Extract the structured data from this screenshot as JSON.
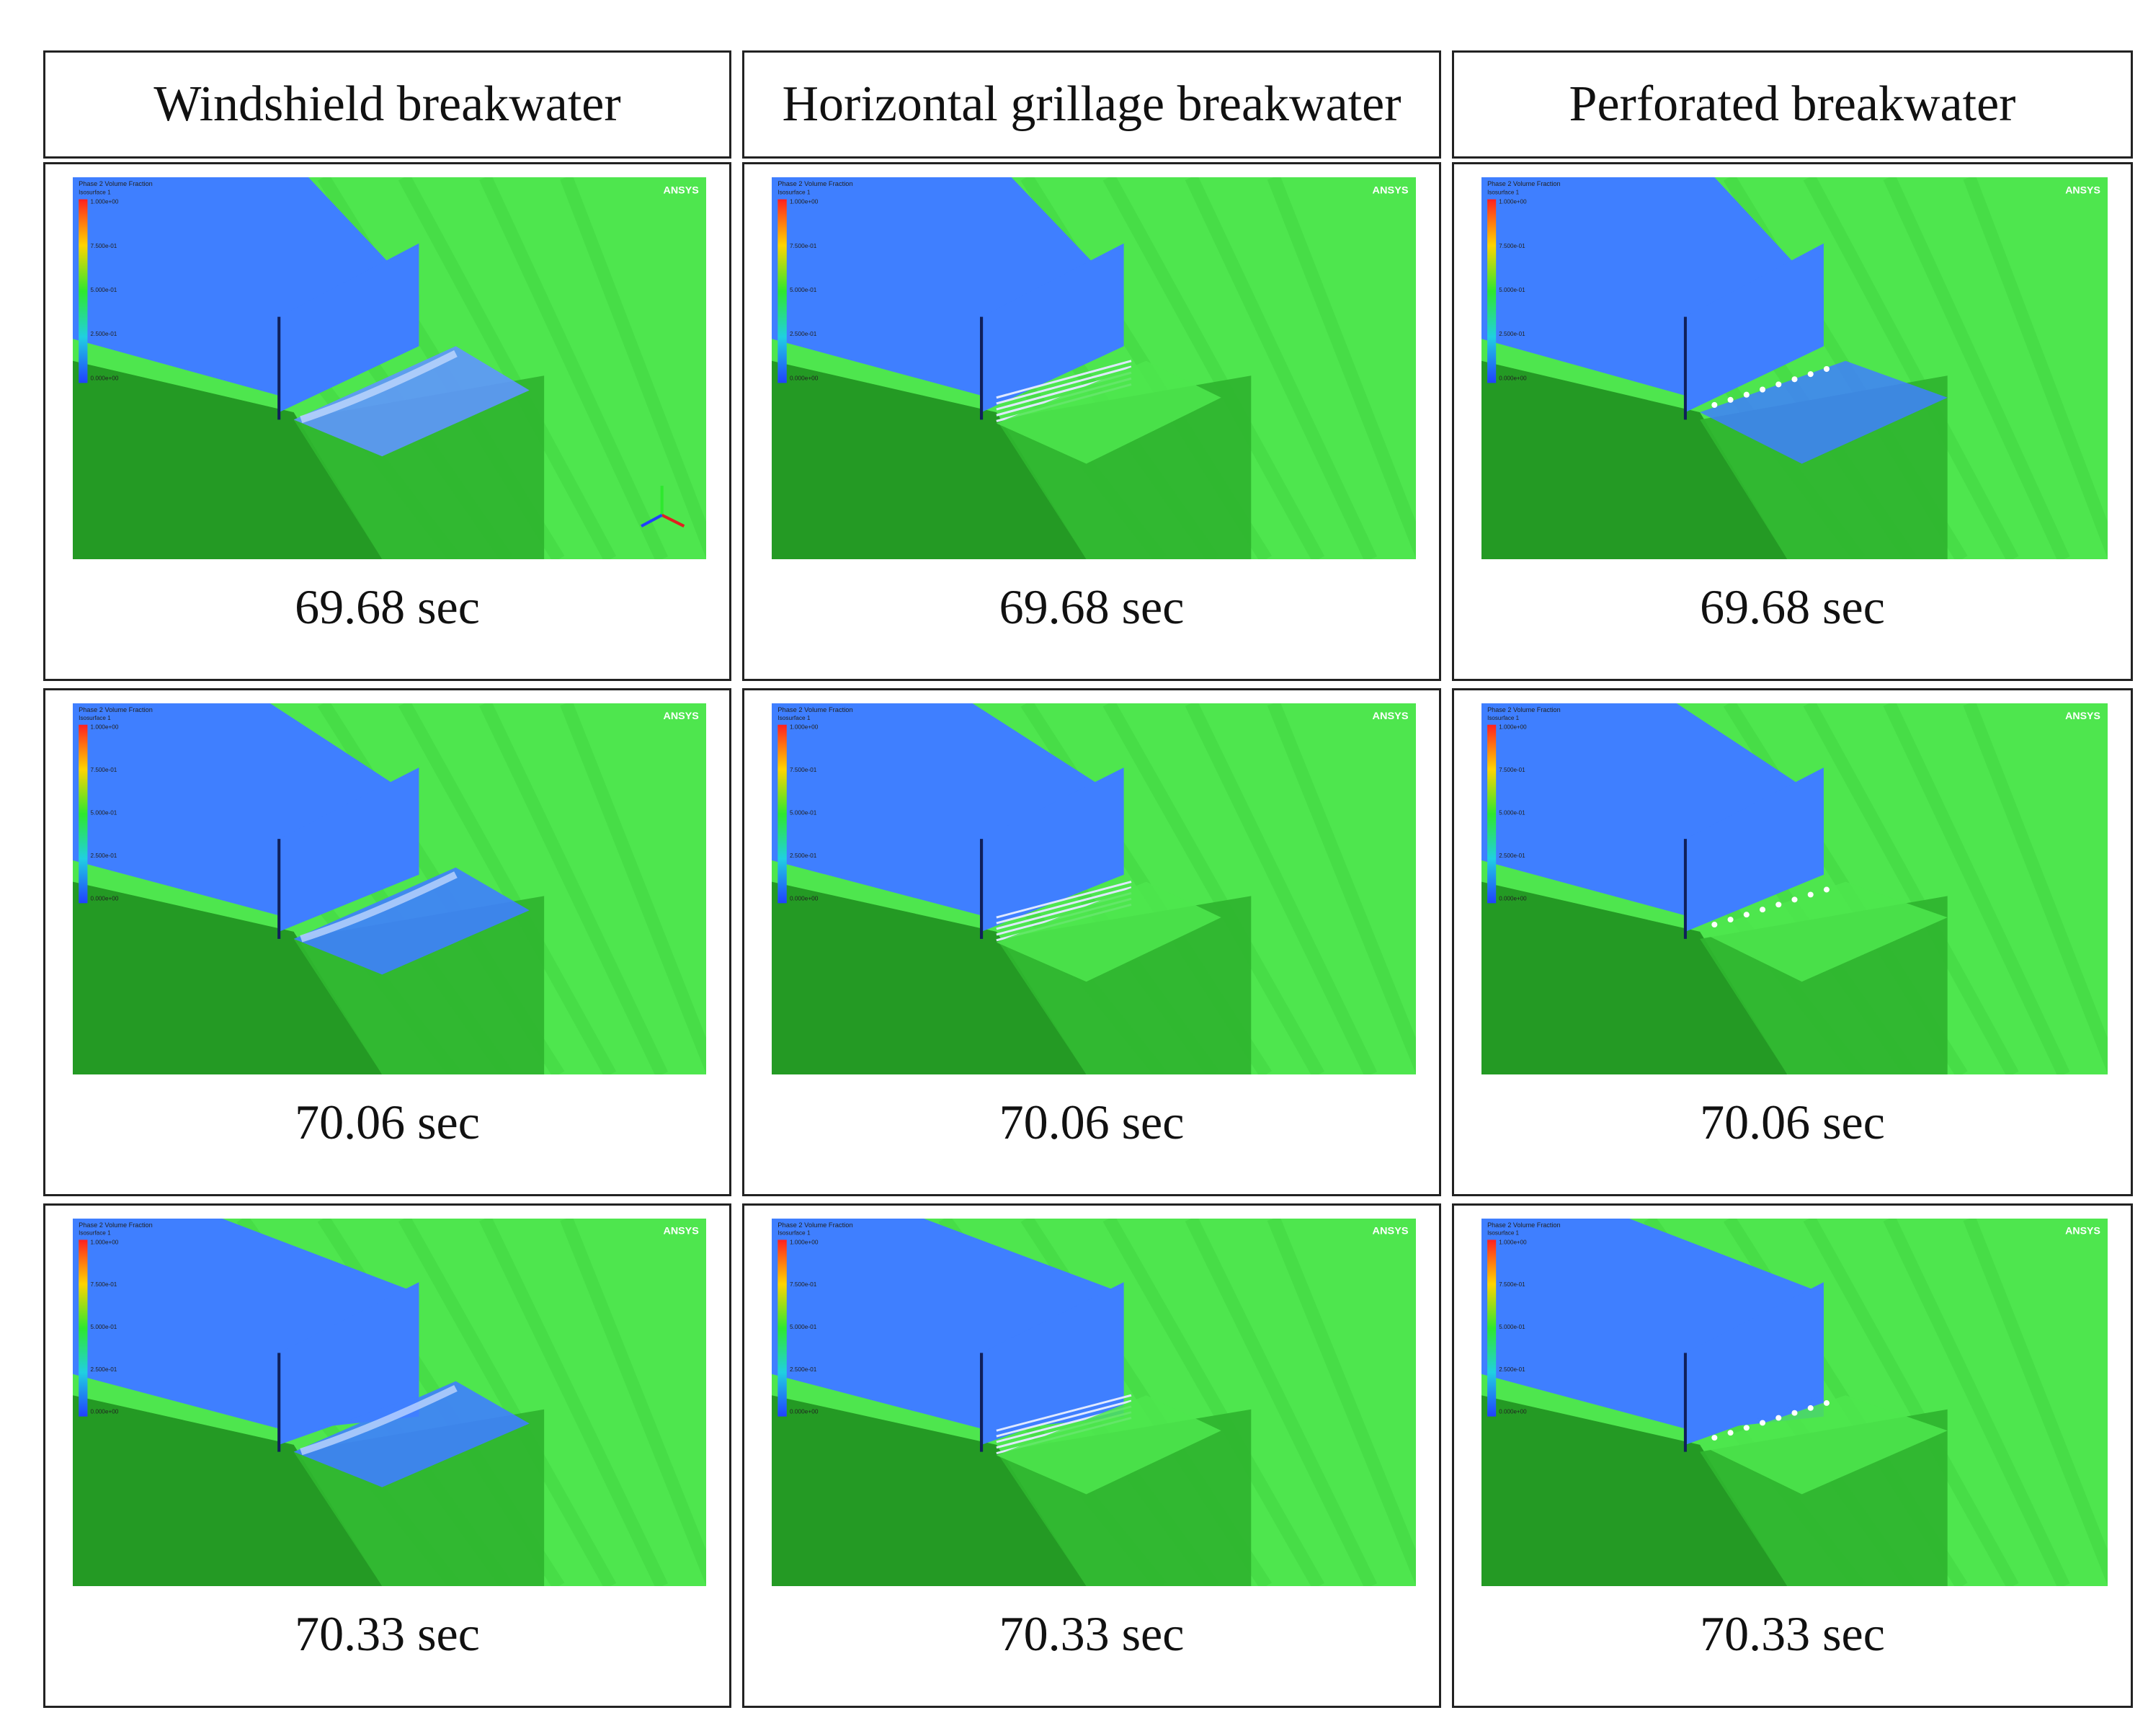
{
  "columns": [
    {
      "title": "Windshield breakwater"
    },
    {
      "title": "Horizontal grillage breakwater"
    },
    {
      "title": "Perforated breakwater"
    }
  ],
  "rows": [
    {
      "times": [
        "69.68 sec",
        "69.68 sec",
        "69.68 sec"
      ]
    },
    {
      "times": [
        "70.06 sec",
        "70.06 sec",
        "70.06 sec"
      ]
    },
    {
      "times": [
        "70.33 sec",
        "70.33 sec",
        "70.33 sec"
      ]
    }
  ],
  "render": {
    "software_mark": "ANSYS",
    "legend_title": "Phase 2 Volume Fraction",
    "legend_subtitle": "Isosurface 1",
    "legend_values": [
      "1.000e+00",
      "7.500e-01",
      "5.000e-01",
      "2.500e-01",
      "0.000e+00"
    ]
  },
  "colors": {
    "water_green": "#4ee64e",
    "shade_green": "#2fb52f",
    "deep_green": "#249a24",
    "surface_blue": "#3f7fff",
    "border": "#222222"
  }
}
